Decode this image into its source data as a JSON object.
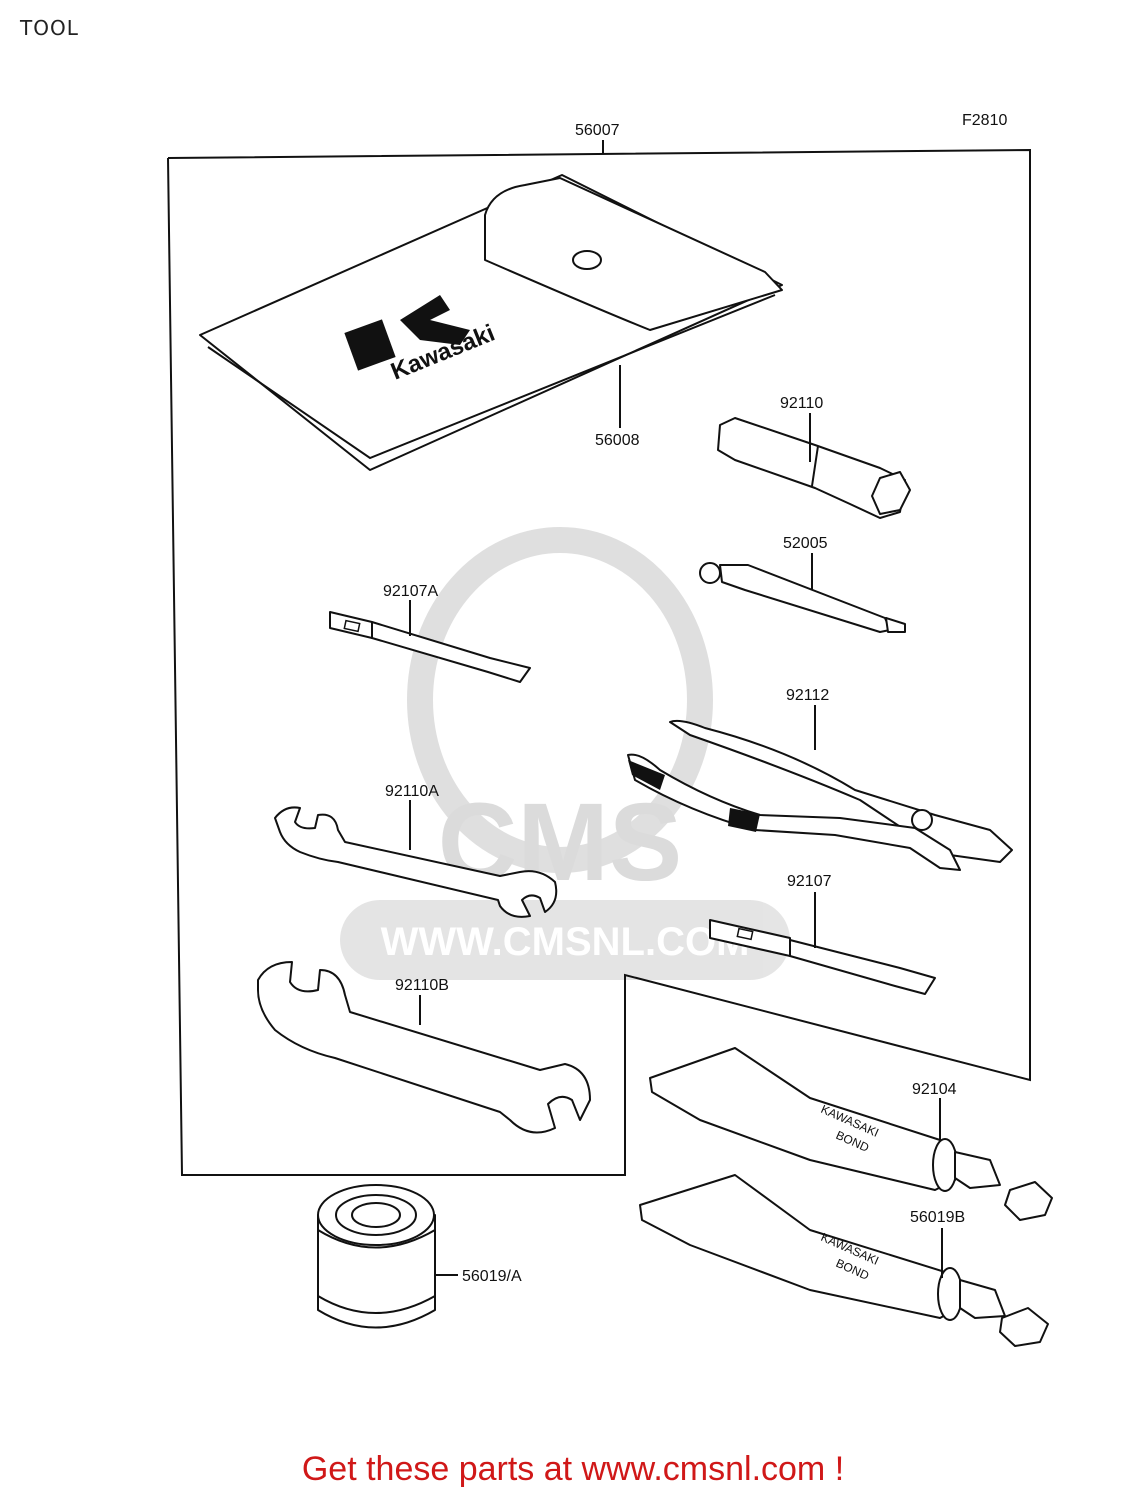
{
  "page": {
    "title": "TOOL"
  },
  "diagram": {
    "figure_code": "F2810",
    "labels": {
      "kit": "56007",
      "pouch": "56008",
      "plug_wrench": "92110",
      "ext_driver": "52005",
      "screwdriver_a": "92107A",
      "pliers": "92112",
      "wrench_a": "92110A",
      "screwdriver": "92107",
      "wrench_b": "92110B",
      "bond_1": "92104",
      "bond_2": "56019B",
      "grease_can": "56019/A"
    },
    "pouch_brand": "Kawasaki",
    "tube_text_line1": "KAWASAKI",
    "tube_text_line2": "BOND"
  },
  "watermark": {
    "brand": "CMS",
    "url": "WWW.CMSNL.COM"
  },
  "footer": {
    "text": "Get these parts at www.cmsnl.com !"
  },
  "colors": {
    "footer": "#d01818",
    "line": "#111111",
    "watermark": "#d8d8d8"
  }
}
